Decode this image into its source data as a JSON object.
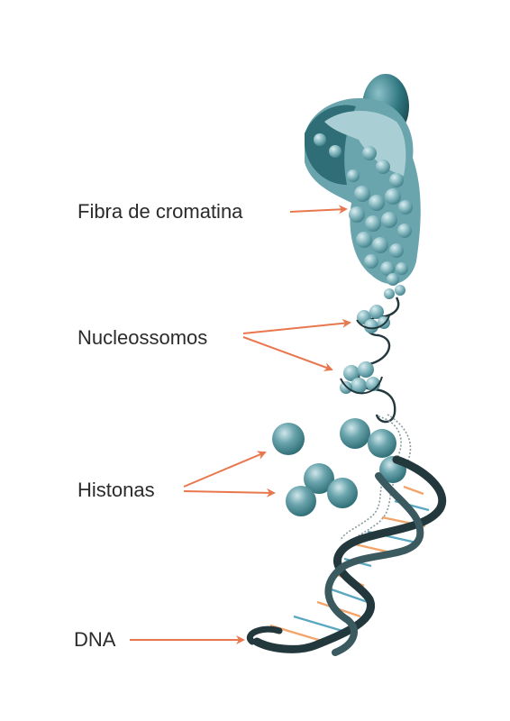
{
  "labels": {
    "chromatin_fiber": "Fibra de cromatina",
    "nucleosomes": "Nucleossomos",
    "histones": "Histonas",
    "dna": "DNA"
  },
  "colors": {
    "background": "#ffffff",
    "text": "#2b2b2b",
    "arrow": "#e9774e",
    "chromatin_light": "#7fb3bb",
    "chromatin_mid": "#5c9aa4",
    "chromatin_dark": "#2f6e76",
    "histone": "#6aa4ad",
    "dna_backbone": "#23383d",
    "base_pair_orange": "#f2a56a",
    "base_pair_blue": "#5aa7c0"
  },
  "icons": {
    "chromatin": "chromatin-fiber-icon",
    "nucleosome": "nucleosome-icon",
    "histone": "histone-sphere-icon",
    "dna": "dna-double-helix-icon"
  }
}
